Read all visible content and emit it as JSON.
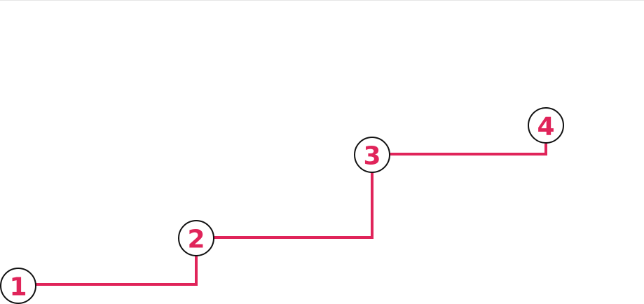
{
  "steps": [
    {
      "label": "1"
    },
    {
      "label": "2"
    },
    {
      "label": "3"
    },
    {
      "label": "4"
    }
  ],
  "colors": {
    "accent": "#e0245a",
    "circle_stroke": "#111111",
    "background": "#ffffff"
  }
}
